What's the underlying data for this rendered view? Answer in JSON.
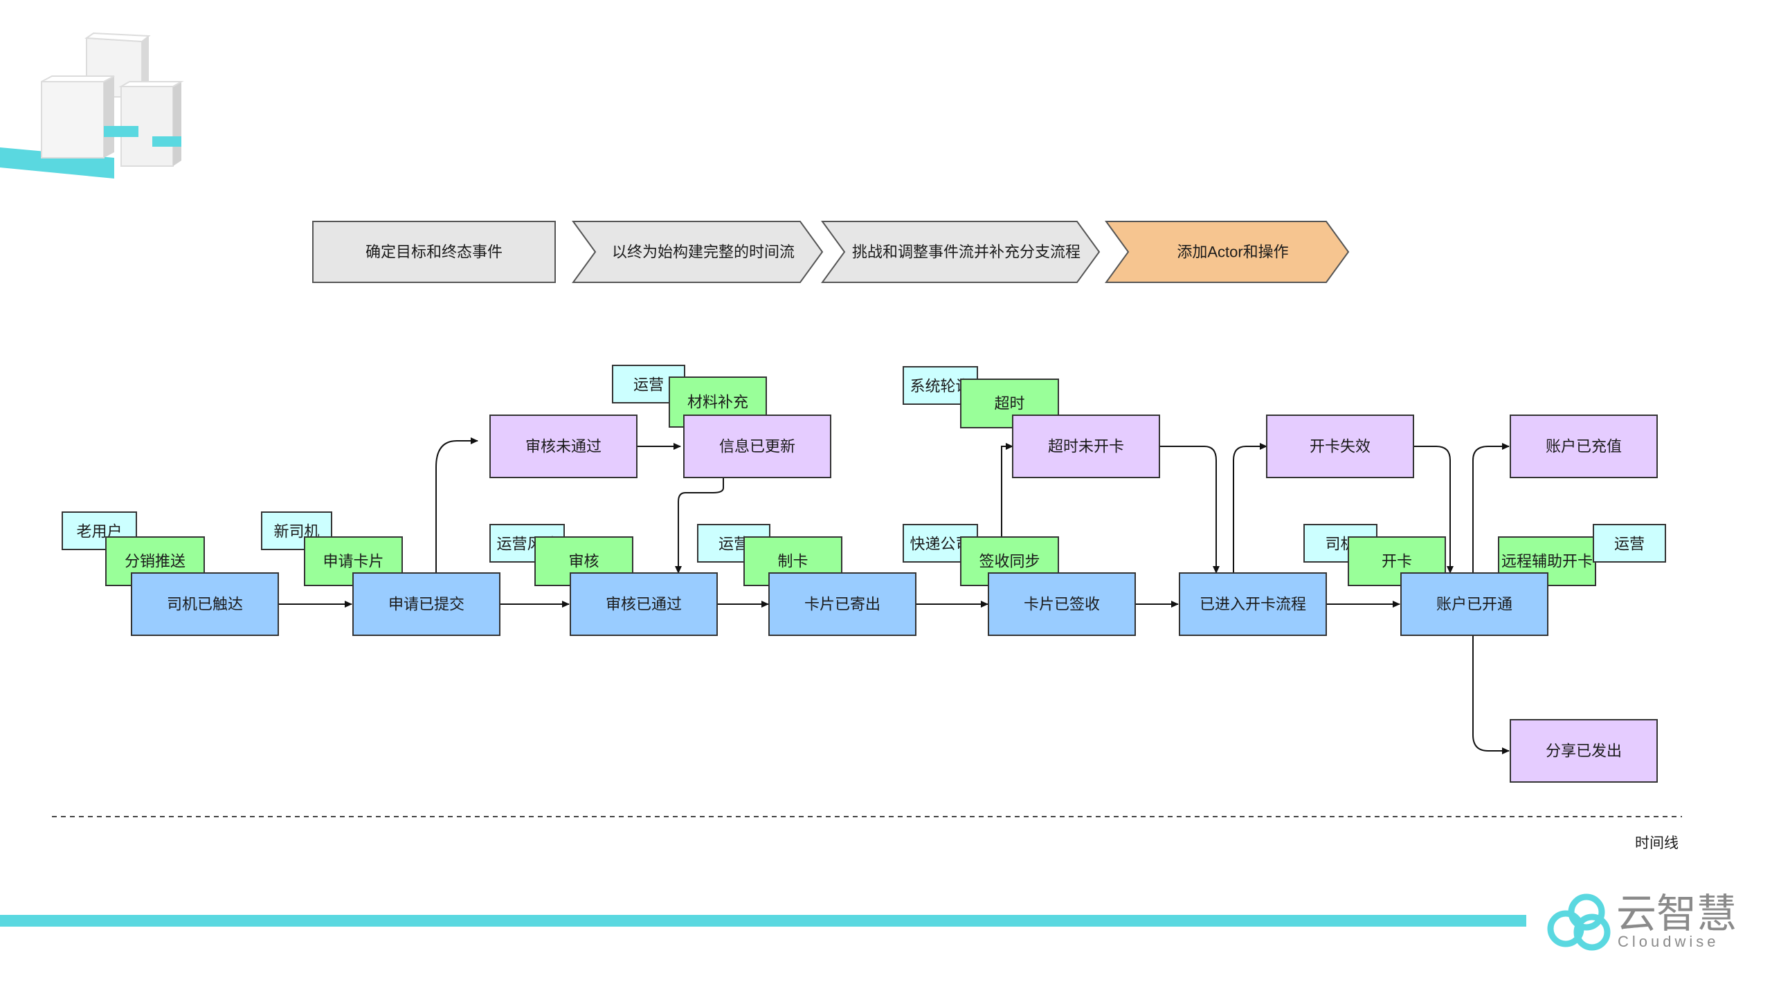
{
  "steps": [
    {
      "label": "确定目标和终态事件",
      "fill": "#e6e6e6"
    },
    {
      "label": "以终为始构建完整的时间流",
      "fill": "#e6e6e6"
    },
    {
      "label": "挑战和调整事件流并补充分支流程",
      "fill": "#e6e6e6"
    },
    {
      "label": "添加Actor和操作",
      "fill": "#f6c590"
    }
  ],
  "events": {
    "driver_reached": "司机已触达",
    "application_submitted": "申请已提交",
    "review_passed": "审核已通过",
    "card_mailed": "卡片已寄出",
    "card_signed": "卡片已签收",
    "card_process_entered": "已进入开卡流程",
    "account_opened": "账户已开通",
    "review_failed": "审核未通过",
    "info_updated": "信息已更新",
    "timeout_not_opened": "超时未开卡",
    "card_open_failed": "开卡失效",
    "account_recharged": "账户已充值",
    "share_sent": "分享已发出"
  },
  "commands": {
    "distribution_push": "分销推送",
    "apply_card": "申请卡片",
    "material_supplement": "材料补充",
    "review": "审核",
    "make_card": "制卡",
    "timeout": "超时",
    "sign_sync": "签收同步",
    "open_card": "开卡",
    "remote_assist_open": "远程辅助开卡"
  },
  "actors": {
    "old_user": "老用户",
    "new_driver": "新司机",
    "operations_1": "运营",
    "operations_risk": "运营风险",
    "operations_2": "运营",
    "system_polling": "系统轮询",
    "express_company": "快递公司",
    "driver": "司机",
    "operations_3": "运营"
  },
  "timeline_label": "时间线",
  "brand": {
    "name": "云智慧",
    "sub": "Cloudwise"
  },
  "colors": {
    "event_blue": "#99ccff",
    "event_purple": "#e5ccff",
    "command_green": "#99ff99",
    "actor_cyan": "#ccffff",
    "accent_teal": "#5ad8e0"
  }
}
